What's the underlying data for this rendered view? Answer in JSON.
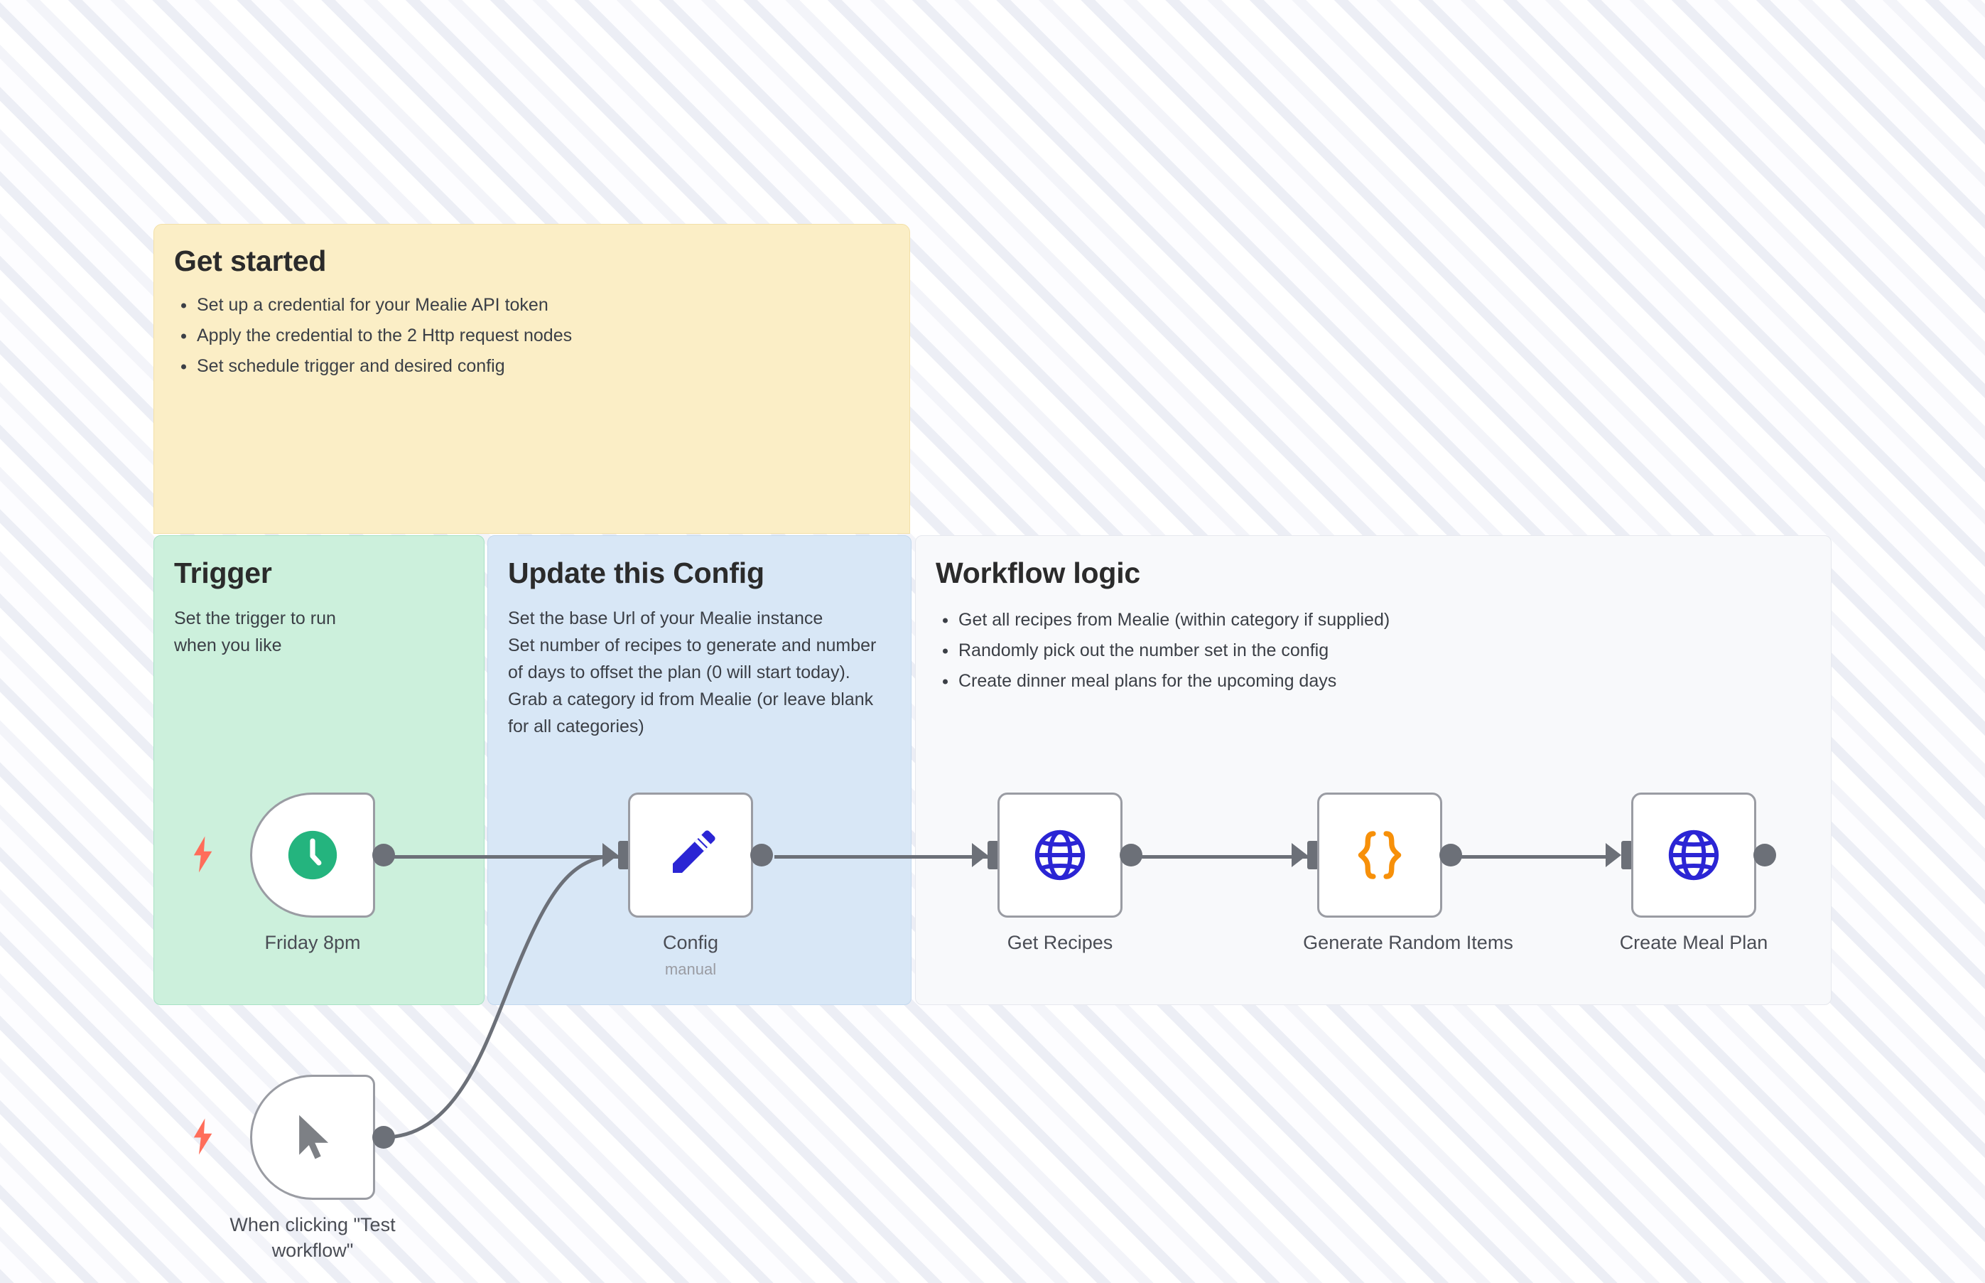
{
  "canvas": {
    "background_pattern": "diagonal-stripes",
    "background_colors": [
      "#ffffff",
      "#eceef5"
    ]
  },
  "notes": [
    {
      "id": "get-started",
      "title": "Get started",
      "color": "#fbeec6",
      "items": [
        "Set up a credential for your Mealie API token",
        "Apply the credential to the 2 Http request nodes",
        "Set schedule trigger and desired config"
      ]
    },
    {
      "id": "trigger",
      "title": "Trigger",
      "color": "#ccf0dc",
      "body": "Set the trigger to run when you like"
    },
    {
      "id": "config",
      "title": "Update this Config",
      "color": "#d8e7f6",
      "body": "Set the base Url of your Mealie instance\nSet number of recipes to generate and number of days to offset the plan (0 will start today).\nGrab a category id from Mealie (or leave blank for all categories)"
    },
    {
      "id": "workflow-logic",
      "title": "Workflow logic",
      "color": "#f8f9fb",
      "items": [
        "Get all recipes from Mealie (within category if supplied)",
        "Randomly pick out the number set in the config",
        "Create dinner meal plans for the upcoming days"
      ]
    }
  ],
  "nodes": [
    {
      "id": "schedule-trigger",
      "label": "Friday 8pm",
      "sublabel": "",
      "icon": "clock-icon",
      "icon_color": "#24b47e",
      "shape": "trigger",
      "has_bolt": true
    },
    {
      "id": "config",
      "label": "Config",
      "sublabel": "manual",
      "icon": "pencil-icon",
      "icon_color": "#2b25d4",
      "shape": "square",
      "has_bolt": false
    },
    {
      "id": "get-recipes",
      "label": "Get Recipes",
      "sublabel": "",
      "icon": "globe-icon",
      "icon_color": "#2b25d4",
      "shape": "square",
      "has_bolt": false
    },
    {
      "id": "generate-random-items",
      "label": "Generate Random Items",
      "sublabel": "",
      "icon": "code-braces-icon",
      "icon_color": "#f79009",
      "shape": "square",
      "has_bolt": false
    },
    {
      "id": "create-meal-plan",
      "label": "Create Meal Plan",
      "sublabel": "",
      "icon": "globe-icon",
      "icon_color": "#2b25d4",
      "shape": "square",
      "has_bolt": false
    },
    {
      "id": "manual-trigger",
      "label": "When clicking \"Test\nworkflow\"",
      "sublabel": "",
      "icon": "cursor-pointer-icon",
      "icon_color": "#7d8085",
      "shape": "trigger",
      "has_bolt": true
    }
  ],
  "connections": [
    {
      "from": "schedule-trigger",
      "to": "config"
    },
    {
      "from": "manual-trigger",
      "to": "config"
    },
    {
      "from": "config",
      "to": "get-recipes"
    },
    {
      "from": "get-recipes",
      "to": "generate-random-items"
    },
    {
      "from": "generate-random-items",
      "to": "create-meal-plan"
    }
  ],
  "colors": {
    "wire": "#6c7078",
    "node_border": "#9a9ca3",
    "bolt": "#ff6d5a",
    "label_text": "#4a4d55",
    "sublabel_text": "#9a9ca3"
  }
}
